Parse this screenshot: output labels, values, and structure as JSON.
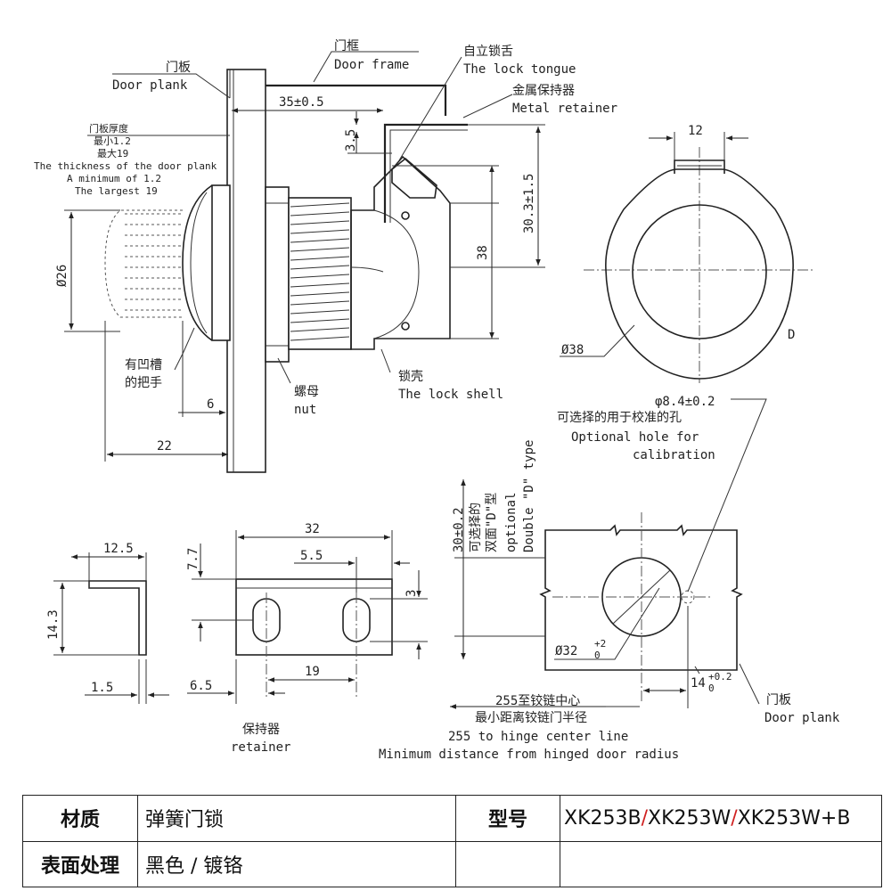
{
  "labels": {
    "door_plank_cn": "门板",
    "door_plank_en": "Door plank",
    "door_frame_cn": "门框",
    "door_frame_en": "Door frame",
    "lock_tongue_cn": "自立锁舌",
    "lock_tongue_en": "The lock tongue",
    "metal_retainer_cn": "金属保持器",
    "metal_retainer_en": "Metal retainer",
    "thickness_cn1": "门板厚度",
    "thickness_cn2": "最小1.2",
    "thickness_cn3": "最大19",
    "thickness_en1": "The thickness of the door plank",
    "thickness_en2": "A minimum of 1.2",
    "thickness_en3": "The largest 19",
    "handle_cn1": "有凹槽",
    "handle_cn2": "的把手",
    "nut_cn": "螺母",
    "nut_en": "nut",
    "lock_shell_cn": "锁壳",
    "lock_shell_en": "The lock shell",
    "d_mark": "D",
    "calib_dim": "φ8.4±0.2",
    "calib_cn": "可选择的用于校准的孔",
    "calib_en1": "Optional hole for",
    "calib_en2": "calibration",
    "dtype_dim": "30±0.2",
    "dtype_cn1": "可选择的",
    "dtype_cn2": "双面\"D\"型",
    "dtype_en1": "optional",
    "dtype_en2": "Double \"D\" type",
    "retainer_cn": "保持器",
    "retainer_en": "retainer",
    "hinge_dim": "255至铰链中心",
    "hinge_cn": "最小距离铰链门半径",
    "hinge_en1": "255 to hinge center line",
    "hinge_en2": "Minimum distance from hinged door radius",
    "door_plank2_cn": "门板",
    "door_plank2_en": "Door plank"
  },
  "dimensions": {
    "d35": "35±0.5",
    "d3_5": "3.5",
    "d30_3": "30.3±1.5",
    "d38": "38",
    "d26": "Ø26",
    "d6": "6",
    "d22": "22",
    "d12": "12",
    "dphi38": "Ø38",
    "d12_5": "12.5",
    "d14_3": "14.3",
    "d1_5": "1.5",
    "d32": "32",
    "d5_5": "5.5",
    "d7_7": "7.7",
    "d3": "3",
    "d6_5": "6.5",
    "d19": "19",
    "dphi32": "Ø32",
    "dphi32_tol_up": "+2",
    "dphi32_tol_dn": "0",
    "d14": "14",
    "d14_tol_up": "+0.2",
    "d14_tol_dn": "0"
  },
  "table": {
    "material_label": "材质",
    "material_value": "弹簧门锁",
    "model_label": "型号",
    "model_1": "XK253B",
    "model_sep": "/",
    "model_2": "XK253W",
    "model_3": "XK253W+B",
    "surface_label": "表面处理",
    "surface_value": "黑色 / 镀铬",
    "empty": ""
  },
  "colors": {
    "line": "#222222",
    "slash": "#d02020"
  }
}
